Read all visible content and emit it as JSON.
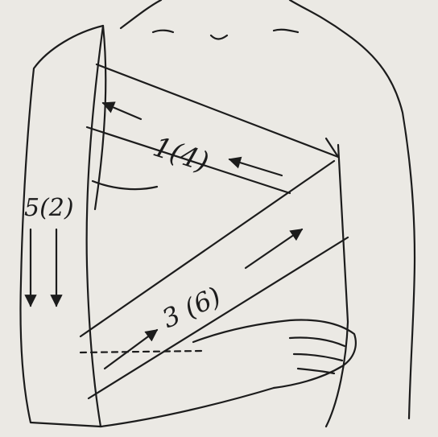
{
  "figure": {
    "ink_color": "#1c1c1c",
    "paper_color": "#ebe9e4",
    "labels": {
      "upper_band": "1(4)",
      "lower_band": "3 (6)",
      "left_arm": "5(2)"
    },
    "arrows": [
      {
        "id": "upper-band-arrow-left",
        "direction": "left"
      },
      {
        "id": "upper-band-arrow-right",
        "direction": "up-left"
      },
      {
        "id": "lower-band-arrow-lower",
        "direction": "up-right"
      },
      {
        "id": "lower-band-arrow-upper",
        "direction": "up-right"
      },
      {
        "id": "arm-arrow-1",
        "direction": "down"
      },
      {
        "id": "arm-arrow-2",
        "direction": "down"
      }
    ]
  }
}
